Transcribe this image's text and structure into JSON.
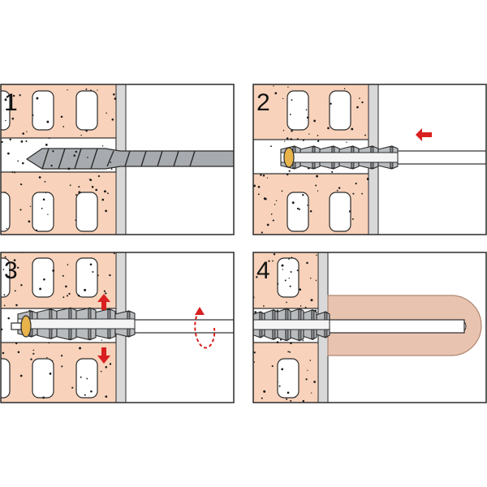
{
  "title": "",
  "colors": {
    "brick": "#f8d2ba",
    "hole_fill": "#ffffff",
    "outline": "#2b2b2b",
    "plaster": "#d9d9d9",
    "plug": "#b9bcbf",
    "plug_dark": "#8e9296",
    "drill": "#a7abaf",
    "screw_cap": "#e8b34a",
    "arrow": "#d91f1f",
    "fixture": "#e8c4b0",
    "fixture_outline": "#b08670"
  },
  "panels": [
    {
      "number": "1",
      "step": "drill-hole"
    },
    {
      "number": "2",
      "step": "insert-plug"
    },
    {
      "number": "3",
      "step": "tighten-screw-expand"
    },
    {
      "number": "4",
      "step": "fixed-item"
    }
  ],
  "icons": [
    "arrow-left-icon",
    "arrow-up-icon",
    "arrow-down-icon",
    "rotation-arrow-icon"
  ]
}
